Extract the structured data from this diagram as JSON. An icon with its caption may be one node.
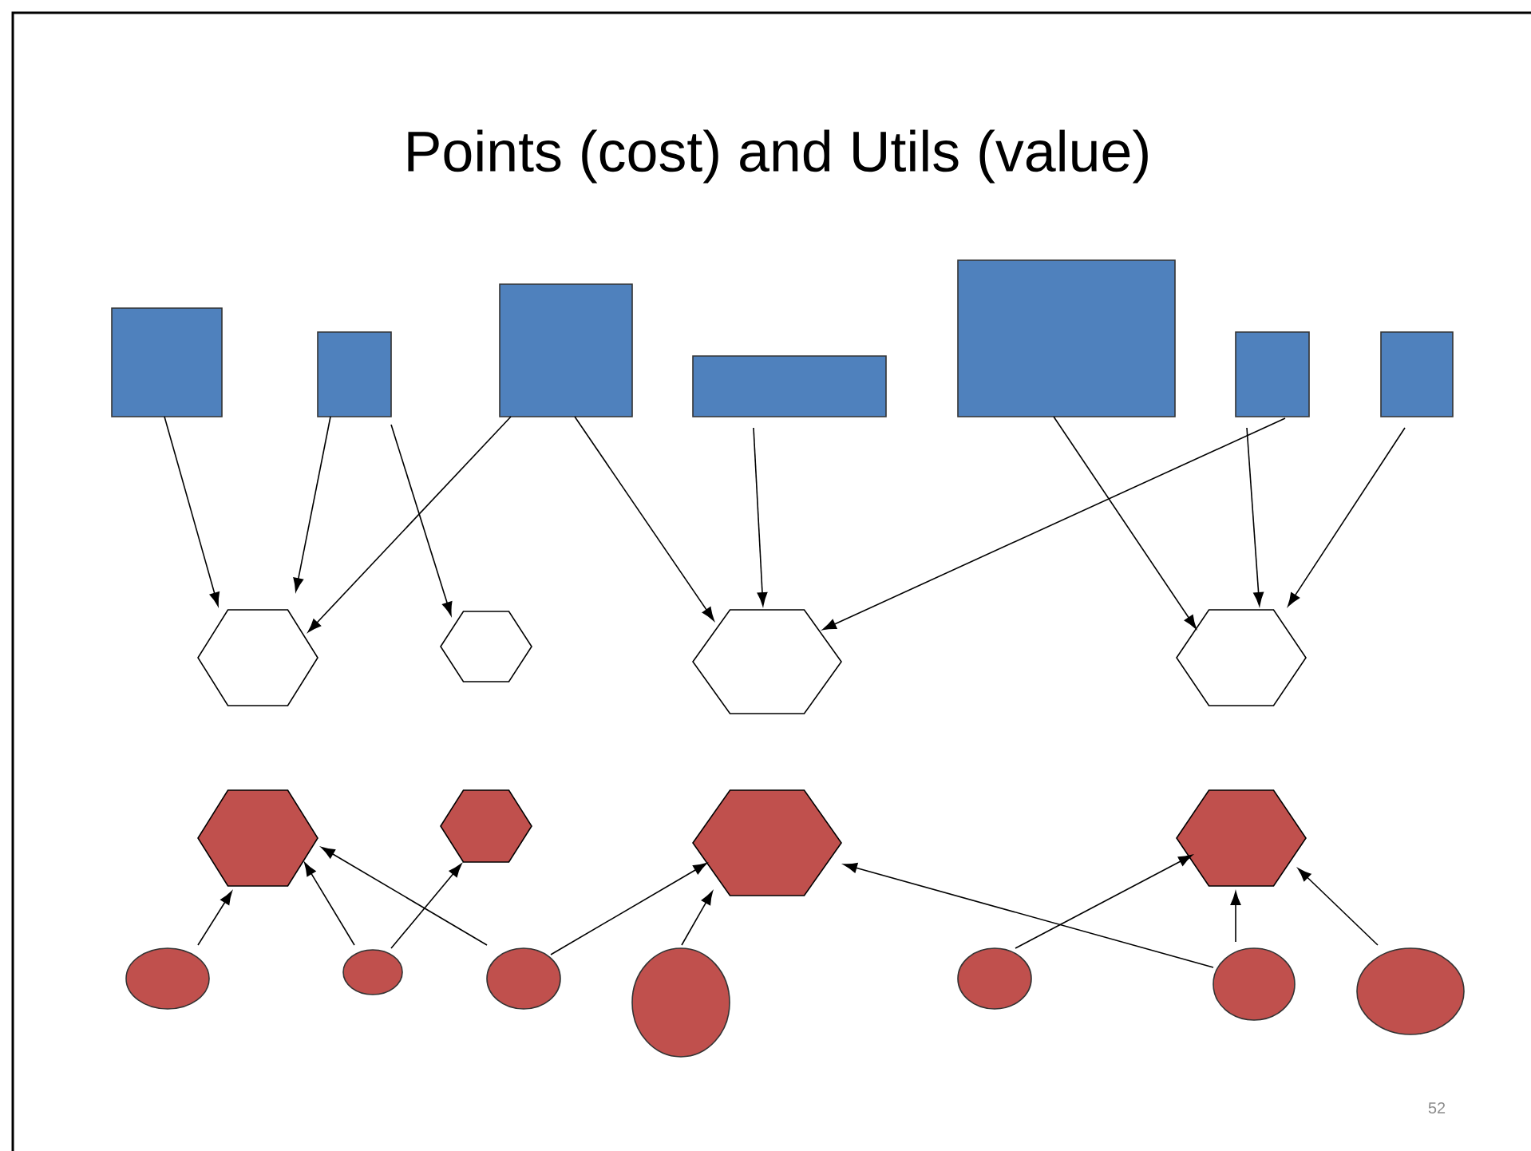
{
  "diagram": {
    "title": "Points (cost) and Utils (value)",
    "nodes": [
      {
        "text": [],
        "shape": "box"
      },
      {
        "text": [],
        "shape": "box"
      },
      {
        "text": [],
        "shape": "box"
      },
      {
        "text": [],
        "shape": "box"
      },
      {
        "text": [],
        "shape": "box"
      },
      {
        "text": [],
        "shape": "box"
      },
      {
        "text": [],
        "shape": "box"
      },
      {
        "text": [],
        "shape": "hexagon"
      },
      {
        "text": [],
        "shape": "hexagon"
      },
      {
        "text": [],
        "shape": "hexagon"
      },
      {
        "text": [],
        "shape": "hexagon"
      },
      {
        "text": [],
        "shape": "hexagon"
      },
      {
        "text": [],
        "shape": "hexagon"
      },
      {
        "text": [],
        "shape": "hexagon"
      },
      {
        "text": [],
        "shape": "hexagon"
      },
      {
        "text": [],
        "shape": "ellipse"
      },
      {
        "text": [],
        "shape": "ellipse"
      },
      {
        "text": [],
        "shape": "ellipse"
      },
      {
        "text": [],
        "shape": "ellipse"
      },
      {
        "text": [],
        "shape": "ellipse"
      },
      {
        "text": [],
        "shape": "ellipse"
      },
      {
        "text": [],
        "shape": "ellipse"
      }
    ],
    "edges": [
      {
        "from": 0,
        "to": 7,
        "arrow": "to"
      },
      {
        "from": 1,
        "to": 7,
        "arrow": "to"
      },
      {
        "from": 2,
        "to": 7,
        "arrow": "to"
      },
      {
        "from": 1,
        "to": 8,
        "arrow": "to"
      },
      {
        "from": 2,
        "to": 9,
        "arrow": "to"
      },
      {
        "from": 3,
        "to": 9,
        "arrow": "to"
      },
      {
        "from": 5,
        "to": 9,
        "arrow": "to"
      },
      {
        "from": 4,
        "to": 10,
        "arrow": "to"
      },
      {
        "from": 5,
        "to": 10,
        "arrow": "to"
      },
      {
        "from": 6,
        "to": 10,
        "arrow": "to"
      },
      {
        "from": 15,
        "to": 11,
        "arrow": "to"
      },
      {
        "from": 16,
        "to": 11,
        "arrow": "to"
      },
      {
        "from": 16,
        "to": 12,
        "arrow": "to"
      },
      {
        "from": 17,
        "to": 11,
        "arrow": "to"
      },
      {
        "from": 17,
        "to": 13,
        "arrow": "to"
      },
      {
        "from": 18,
        "to": 13,
        "arrow": "to"
      },
      {
        "from": 19,
        "to": 14,
        "arrow": "to"
      },
      {
        "from": 20,
        "to": 13,
        "arrow": "to"
      },
      {
        "from": 20,
        "to": 14,
        "arrow": "to"
      },
      {
        "from": 21,
        "to": 14,
        "arrow": "to"
      }
    ],
    "labels": [
      "52"
    ]
  }
}
